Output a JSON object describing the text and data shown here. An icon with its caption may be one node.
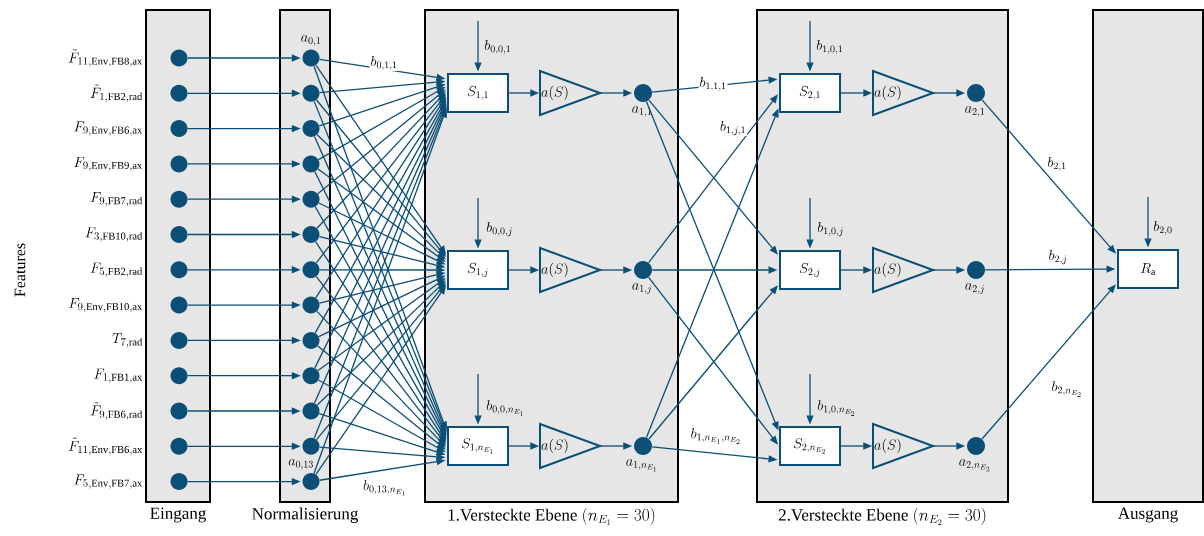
{
  "diagram": {
    "nodes": [
      {
        "text": [
          "Eingang"
        ]
      },
      {
        "text": [
          "Normalisierung"
        ]
      },
      {
        "text": [
          "\\text{1.Versteckte Ebene }(n_{E_1} = 30)"
        ]
      },
      {
        "text": [
          "\\text{2.Versteckte Ebene }(n_{E_2} = 30)"
        ]
      },
      {
        "text": [
          "Ausgang"
        ]
      },
      {
        "text": [],
        "shape": "circle",
        "in": 0,
        "beside": [
          "\\tilde{F}_{11,\\mathrm{Env,FB8,ax}}"
        ]
      },
      {
        "text": [],
        "shape": "circle",
        "in": 0,
        "beside": [
          "\\tilde{F}_{1,\\mathrm{FB2,rad}}"
        ]
      },
      {
        "text": [],
        "shape": "circle",
        "in": 0,
        "beside": [
          "F_{9,\\mathrm{Env,FB6,ax}}"
        ]
      },
      {
        "text": [],
        "shape": "circle",
        "in": 0,
        "beside": [
          "F_{9,\\mathrm{Env,FB9,ax}}"
        ]
      },
      {
        "text": [],
        "shape": "circle",
        "in": 0,
        "beside": [
          "F_{9,\\mathrm{FB7,rad}}"
        ]
      },
      {
        "text": [],
        "shape": "circle",
        "in": 0,
        "beside": [
          "F_{3,\\mathrm{FB10,rad}}"
        ]
      },
      {
        "text": [],
        "shape": "circle",
        "in": 0,
        "beside": [
          "F_{5,\\mathrm{FB2,rad}}"
        ]
      },
      {
        "text": [],
        "shape": "circle",
        "in": 0,
        "beside": [
          "F_{9,\\mathrm{Env,FB10,ax}}"
        ]
      },
      {
        "text": [],
        "shape": "circle",
        "in": 0,
        "beside": [
          "T_{7,\\mathrm{rad}}"
        ]
      },
      {
        "text": [],
        "shape": "circle",
        "in": 0,
        "beside": [
          "F_{1,\\mathrm{FB1,ax}}"
        ]
      },
      {
        "text": [],
        "shape": "circle",
        "in": 0,
        "beside": [
          "\\tilde{F}_{9,\\mathrm{FB6,rad}}"
        ]
      },
      {
        "text": [],
        "shape": "circle",
        "in": 0,
        "beside": [
          "\\tilde{F}_{11,\\mathrm{Env,FB6,ax}}"
        ]
      },
      {
        "text": [],
        "shape": "circle",
        "in": 0,
        "beside": [
          "F_{5,\\mathrm{Env,FB7,ax}}"
        ]
      },
      {
        "text": [],
        "shape": "circle",
        "in": 1,
        "beside": [
          "a_{0,1}"
        ]
      },
      {
        "text": [],
        "shape": "circle",
        "in": 1
      },
      {
        "text": [],
        "shape": "circle",
        "in": 1
      },
      {
        "text": [],
        "shape": "circle",
        "in": 1
      },
      {
        "text": [],
        "shape": "circle",
        "in": 1
      },
      {
        "text": [],
        "shape": "circle",
        "in": 1
      },
      {
        "text": [],
        "shape": "circle",
        "in": 1
      },
      {
        "text": [],
        "shape": "circle",
        "in": 1
      },
      {
        "text": [],
        "shape": "circle",
        "in": 1
      },
      {
        "text": [],
        "shape": "circle",
        "in": 1
      },
      {
        "text": [],
        "shape": "circle",
        "in": 1
      },
      {
        "text": [],
        "shape": "circle",
        "in": 1
      },
      {
        "text": [],
        "shape": "circle",
        "in": 1,
        "beside": [
          "a_{0,13}"
        ]
      },
      {
        "text": [
          "S_{1,1}"
        ],
        "in": 2
      },
      {
        "text": [
          "a(S)"
        ],
        "in": 2
      },
      {
        "text": [],
        "shape": "circle",
        "in": 2,
        "beside": [
          "a_{1,1}"
        ]
      },
      {
        "text": [
          "S_{1,j}"
        ],
        "in": 2
      },
      {
        "text": [
          "a(S)"
        ],
        "in": 2
      },
      {
        "text": [],
        "shape": "circle",
        "in": 2,
        "beside": [
          "a_{1,j}"
        ]
      },
      {
        "text": [
          "S_{1,n_{E_1}}"
        ],
        "in": 2
      },
      {
        "text": [
          "a(S)"
        ],
        "in": 2
      },
      {
        "text": [],
        "shape": "circle",
        "in": 2,
        "beside": [
          "a_{1,n_{E_1}}"
        ]
      },
      {
        "text": [
          "S_{2,1}"
        ],
        "in": 3
      },
      {
        "text": [
          "a(S)"
        ],
        "in": 3
      },
      {
        "text": [],
        "shape": "circle",
        "in": 3,
        "beside": [
          "a_{2,1}"
        ]
      },
      {
        "text": [
          "S_{2,j}"
        ],
        "in": 3
      },
      {
        "text": [
          "a(S)"
        ],
        "in": 3
      },
      {
        "text": [],
        "shape": "circle",
        "in": 3,
        "beside": [
          "a_{2,j}"
        ]
      },
      {
        "text": [
          "S_{2,n_{E_2}}"
        ],
        "in": 3
      },
      {
        "text": [
          "a(S)"
        ],
        "in": 3
      },
      {
        "text": [],
        "shape": "circle",
        "in": 3,
        "beside": [
          "a_{2,n_{E_2}}"
        ]
      },
      {
        "text": [
          "R_\\mathrm{a}"
        ],
        "in": 4
      }
    ],
    "edges": [
      {
        "from": 5,
        "to": 18,
        "arrow": "to"
      },
      {
        "from": 6,
        "to": 19,
        "arrow": "to"
      },
      {
        "from": 7,
        "to": 20,
        "arrow": "to"
      },
      {
        "from": 8,
        "to": 21,
        "arrow": "to"
      },
      {
        "from": 9,
        "to": 22,
        "arrow": "to"
      },
      {
        "from": 10,
        "to": 23,
        "arrow": "to"
      },
      {
        "from": 11,
        "to": 24,
        "arrow": "to"
      },
      {
        "from": 12,
        "to": 25,
        "arrow": "to"
      },
      {
        "from": 13,
        "to": 26,
        "arrow": "to"
      },
      {
        "from": 14,
        "to": 27,
        "arrow": "to"
      },
      {
        "from": 15,
        "to": 28,
        "arrow": "to"
      },
      {
        "from": 16,
        "to": 29,
        "arrow": "to"
      },
      {
        "from": 17,
        "to": 30,
        "arrow": "to"
      },
      {
        "from": 18,
        "to": 31,
        "arrow": "to",
        "label": "b_{0,1,1}"
      },
      {
        "from": 18,
        "to": 34,
        "arrow": "to"
      },
      {
        "from": 18,
        "to": 37,
        "arrow": "to"
      },
      {
        "from": 19,
        "to": 31,
        "arrow": "to"
      },
      {
        "from": 19,
        "to": 34,
        "arrow": "to"
      },
      {
        "from": 19,
        "to": 37,
        "arrow": "to"
      },
      {
        "from": 20,
        "to": 31,
        "arrow": "to"
      },
      {
        "from": 20,
        "to": 34,
        "arrow": "to"
      },
      {
        "from": 20,
        "to": 37,
        "arrow": "to"
      },
      {
        "from": 21,
        "to": 31,
        "arrow": "to"
      },
      {
        "from": 21,
        "to": 34,
        "arrow": "to"
      },
      {
        "from": 21,
        "to": 37,
        "arrow": "to"
      },
      {
        "from": 22,
        "to": 31,
        "arrow": "to"
      },
      {
        "from": 22,
        "to": 34,
        "arrow": "to"
      },
      {
        "from": 22,
        "to": 37,
        "arrow": "to"
      },
      {
        "from": 23,
        "to": 31,
        "arrow": "to"
      },
      {
        "from": 23,
        "to": 34,
        "arrow": "to"
      },
      {
        "from": 23,
        "to": 37,
        "arrow": "to"
      },
      {
        "from": 24,
        "to": 31,
        "arrow": "to"
      },
      {
        "from": 24,
        "to": 34,
        "arrow": "to"
      },
      {
        "from": 24,
        "to": 37,
        "arrow": "to"
      },
      {
        "from": 25,
        "to": 31,
        "arrow": "to"
      },
      {
        "from": 25,
        "to": 34,
        "arrow": "to"
      },
      {
        "from": 25,
        "to": 37,
        "arrow": "to"
      },
      {
        "from": 26,
        "to": 31,
        "arrow": "to"
      },
      {
        "from": 26,
        "to": 34,
        "arrow": "to"
      },
      {
        "from": 26,
        "to": 37,
        "arrow": "to"
      },
      {
        "from": 27,
        "to": 31,
        "arrow": "to"
      },
      {
        "from": 27,
        "to": 34,
        "arrow": "to"
      },
      {
        "from": 27,
        "to": 37,
        "arrow": "to"
      },
      {
        "from": 28,
        "to": 31,
        "arrow": "to"
      },
      {
        "from": 28,
        "to": 34,
        "arrow": "to"
      },
      {
        "from": 28,
        "to": 37,
        "arrow": "to"
      },
      {
        "from": 29,
        "to": 31,
        "arrow": "to"
      },
      {
        "from": 29,
        "to": 34,
        "arrow": "to"
      },
      {
        "from": 29,
        "to": 37,
        "arrow": "to"
      },
      {
        "from": 30,
        "to": 31,
        "arrow": "to"
      },
      {
        "from": 30,
        "to": 34,
        "arrow": "to"
      },
      {
        "from": 30,
        "to": 37,
        "arrow": "to",
        "label": "b_{0,13,n_{E_1}}"
      },
      {
        "from": null,
        "to": 31,
        "arrow": "to",
        "label": "b_{0,0,1}"
      },
      {
        "from": null,
        "to": 34,
        "arrow": "to",
        "label": "b_{0,0,j}"
      },
      {
        "from": null,
        "to": 37,
        "arrow": "to",
        "label": "b_{0,0,n_{E_1}}"
      },
      {
        "from": 31,
        "to": 32,
        "arrow": "to"
      },
      {
        "from": 32,
        "to": 33,
        "arrow": "to"
      },
      {
        "from": 34,
        "to": 35,
        "arrow": "to"
      },
      {
        "from": 35,
        "to": 36,
        "arrow": "to"
      },
      {
        "from": 37,
        "to": 38,
        "arrow": "to"
      },
      {
        "from": 38,
        "to": 39,
        "arrow": "to"
      },
      {
        "from": 33,
        "to": 40,
        "arrow": "to",
        "label": "b_{1,1,1}"
      },
      {
        "from": 33,
        "to": 43,
        "arrow": "to"
      },
      {
        "from": 33,
        "to": 46,
        "arrow": "to"
      },
      {
        "from": 36,
        "to": 40,
        "arrow": "to",
        "label": "b_{1,j,1}"
      },
      {
        "from": 36,
        "to": 43,
        "arrow": "to"
      },
      {
        "from": 36,
        "to": 46,
        "arrow": "to"
      },
      {
        "from": 39,
        "to": 40,
        "arrow": "to"
      },
      {
        "from": 39,
        "to": 43,
        "arrow": "to"
      },
      {
        "from": 39,
        "to": 46,
        "arrow": "to",
        "label": "b_{1,n_{E_1},n_{E_2}}"
      },
      {
        "from": null,
        "to": 40,
        "arrow": "to",
        "label": "b_{1,0,1}"
      },
      {
        "from": null,
        "to": 43,
        "arrow": "to",
        "label": "b_{1,0,j}"
      },
      {
        "from": null,
        "to": 46,
        "arrow": "to",
        "label": "b_{1,0,n_{E_2}}"
      },
      {
        "from": 40,
        "to": 41,
        "arrow": "to"
      },
      {
        "from": 41,
        "to": 42,
        "arrow": "to"
      },
      {
        "from": 43,
        "to": 44,
        "arrow": "to"
      },
      {
        "from": 44,
        "to": 45,
        "arrow": "to"
      },
      {
        "from": 46,
        "to": 47,
        "arrow": "to"
      },
      {
        "from": 47,
        "to": 48,
        "arrow": "to"
      },
      {
        "from": 42,
        "to": 49,
        "arrow": "to",
        "label": "b_{2,1}"
      },
      {
        "from": 45,
        "to": 49,
        "arrow": "to",
        "label": "b_{2,j}"
      },
      {
        "from": 48,
        "to": 49,
        "arrow": "to",
        "label": "b_{2,n_{E_2}}"
      },
      {
        "from": null,
        "to": 49,
        "arrow": "to",
        "label": "b_{2,0}"
      }
    ],
    "labels": [
      "Features"
    ]
  }
}
